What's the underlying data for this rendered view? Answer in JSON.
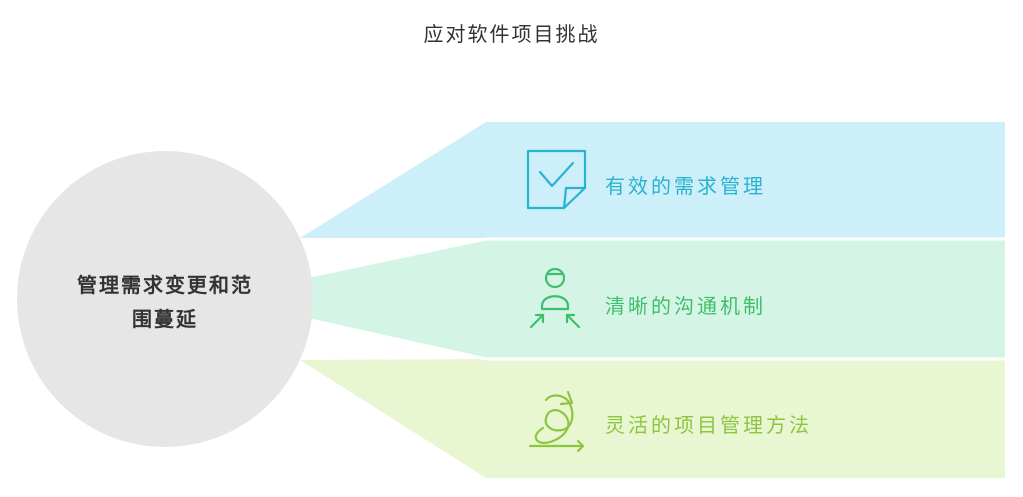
{
  "title": "应对软件项目挑战",
  "center": {
    "line1": "管理需求变更和范",
    "line2": "围蔓延"
  },
  "items": [
    {
      "label": "有效的需求管理",
      "icon": "checkbox-note-icon",
      "fill": "#cdeffa",
      "color": "#2ab3cf"
    },
    {
      "label": "清晰的沟通机制",
      "icon": "person-arrows-icon",
      "fill": "#d4f5e6",
      "color": "#3fbf6b"
    },
    {
      "label": "灵活的项目管理方法",
      "icon": "loop-path-icon",
      "fill": "#e9f6d2",
      "color": "#8cc63f"
    }
  ],
  "colors": {
    "circle": "#e6e6e6",
    "divider": "#ffffff"
  }
}
